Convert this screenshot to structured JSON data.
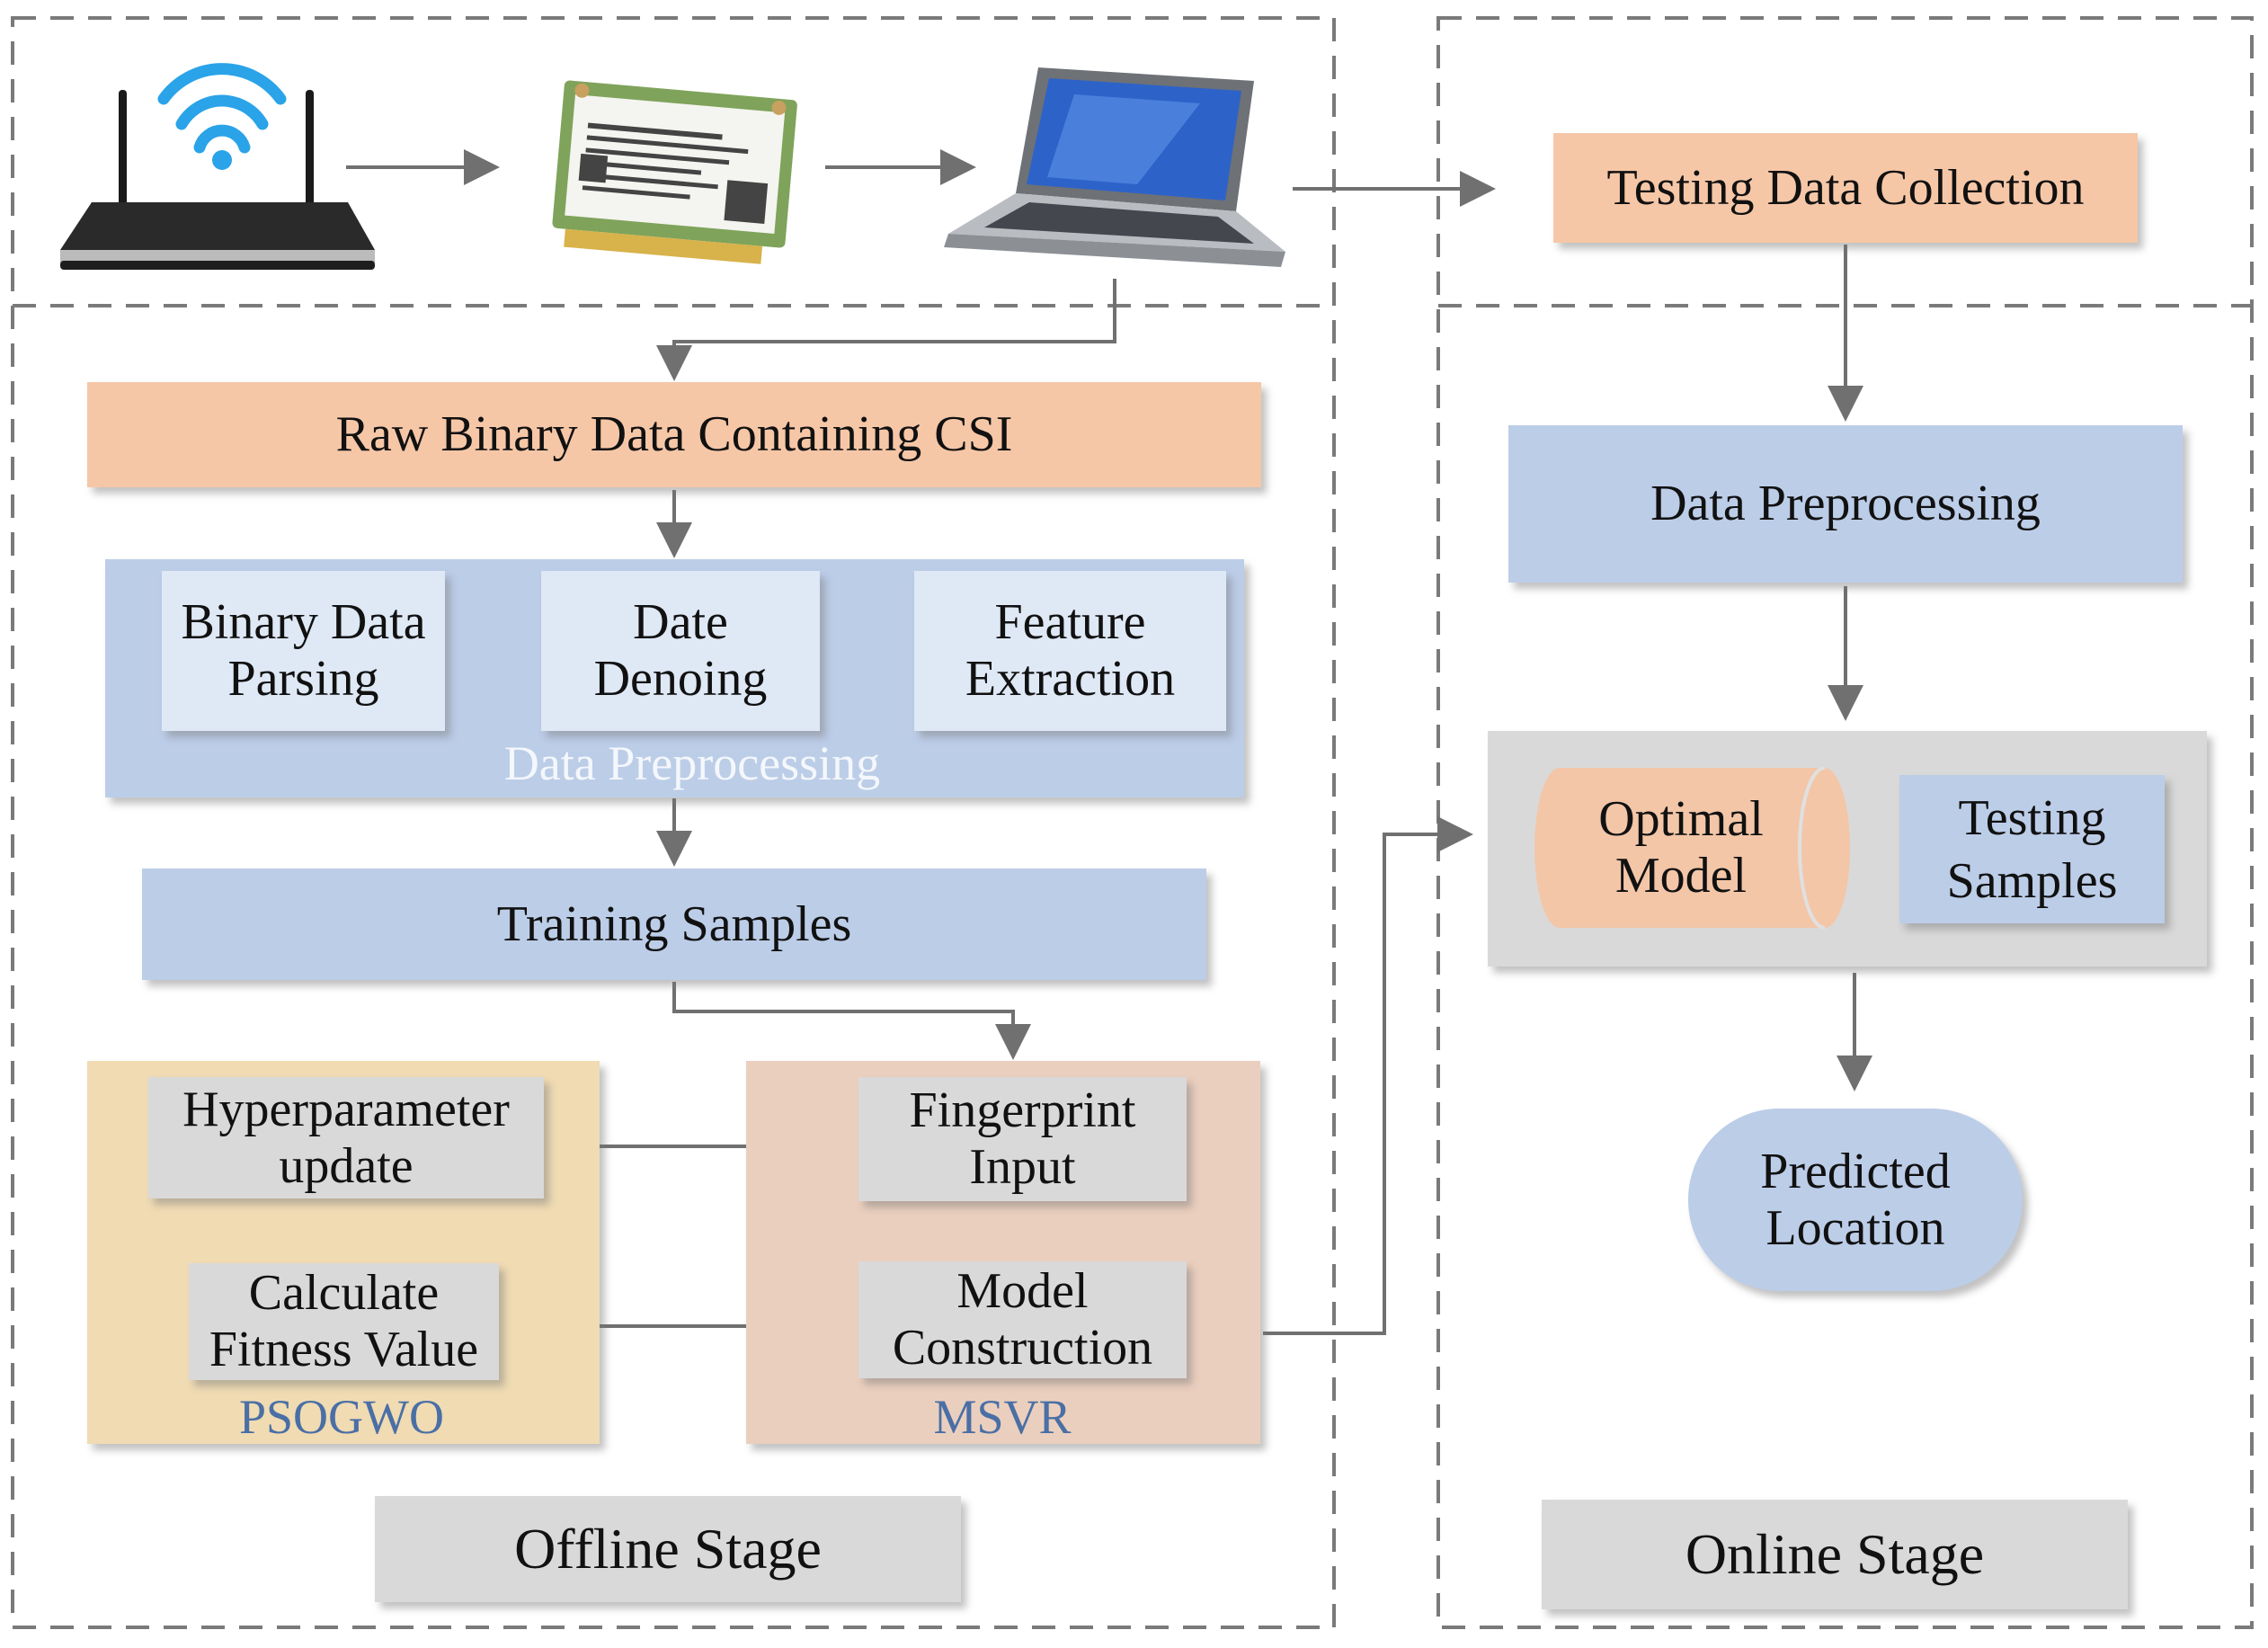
{
  "offline": {
    "raw_data": "Raw Binary Data Containing CSI",
    "preprocess": {
      "parsing": [
        "Binary Data",
        "Parsing"
      ],
      "denoising": [
        "Date",
        "Denoing"
      ],
      "feature": [
        "Feature",
        "Extraction"
      ],
      "caption": "Data Preprocessing"
    },
    "training_samples": "Training Samples",
    "psogwo": {
      "hyper": [
        "Hyperparameter",
        "update"
      ],
      "fitness": [
        "Calculate",
        "Fitness Value"
      ],
      "caption": "PSOGWO"
    },
    "msvr": {
      "fingerprint": [
        "Fingerprint",
        "Input"
      ],
      "model": [
        "Model",
        "Construction"
      ],
      "caption": "MSVR"
    },
    "stage_label": "Offline Stage"
  },
  "online": {
    "testing_collection": "Testing Data Collection",
    "preprocess": "Data Preprocessing",
    "optimal_model": [
      "Optimal",
      "Model"
    ],
    "testing_samples": [
      "Testing",
      "Samples"
    ],
    "predicted": [
      "Predicted",
      "Location"
    ],
    "stage_label": "Online Stage"
  },
  "devices": {
    "router_icon": "wifi-router-icon",
    "card_icon": "network-card-icon",
    "laptop_icon": "laptop-icon"
  },
  "colors": {
    "orange": "#f6c7a7",
    "blue": "#bccde8",
    "light_blue": "#dfe8f5",
    "grey": "#d9d9d9",
    "tan": "#f0dbb3",
    "salmon": "#ebcfbe",
    "caption_blue": "#4a6fa5",
    "wifi_blue": "#2aa3e8",
    "arrow": "#707070"
  }
}
